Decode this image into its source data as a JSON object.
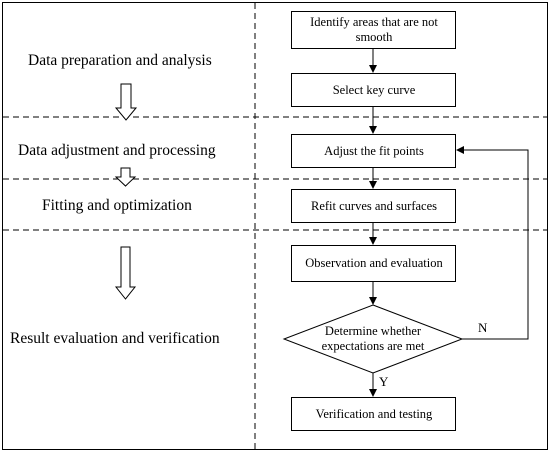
{
  "stages": [
    {
      "label": "Data preparation and analysis"
    },
    {
      "label": "Data adjustment and processing"
    },
    {
      "label": "Fitting and optimization"
    },
    {
      "label": "Result evaluation and verification"
    }
  ],
  "steps": [
    {
      "label": "Identify areas that are not smooth"
    },
    {
      "label": "Select key curve"
    },
    {
      "label": "Adjust the fit points"
    },
    {
      "label": "Refit curves and surfaces"
    },
    {
      "label": "Observation and evaluation"
    },
    {
      "label": "Verification and testing"
    }
  ],
  "decision": {
    "label": "Determine whether expectations are met",
    "no_label": "N",
    "yes_label": "Y"
  }
}
